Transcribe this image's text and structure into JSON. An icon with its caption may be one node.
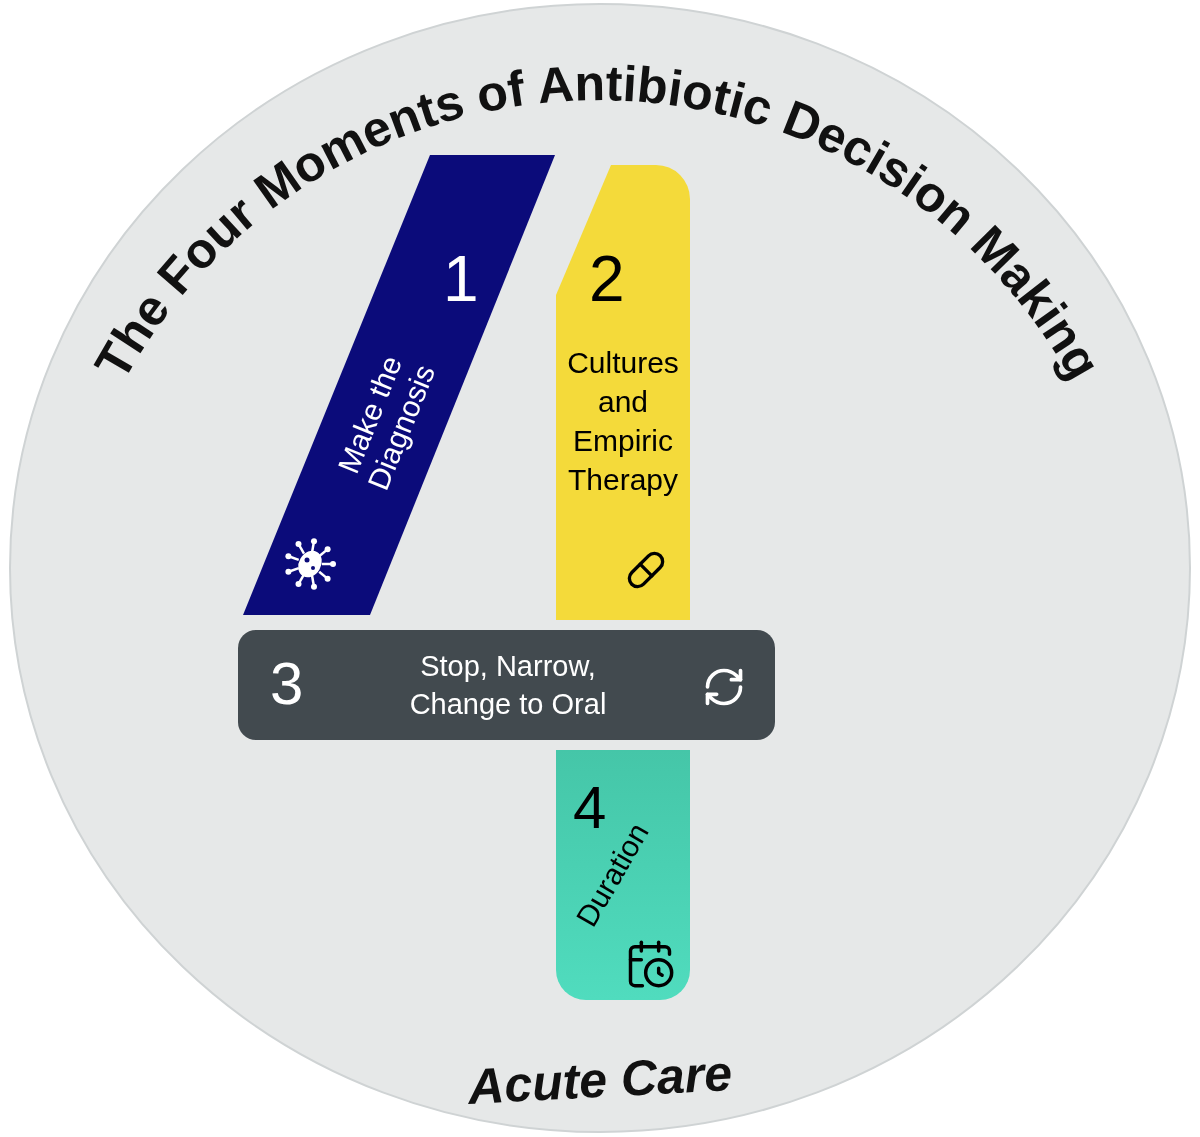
{
  "diagram": {
    "title": "The Four Moments of Antibiotic Decision Making",
    "caption": "Acute Care",
    "nodes": [
      {
        "text": [
          "1",
          "Make the Diagnosis"
        ]
      },
      {
        "text": [
          "2",
          "Cultures and Empiric Therapy"
        ]
      },
      {
        "text": [
          "3",
          "Stop, Narrow, Change to Oral"
        ]
      },
      {
        "text": [
          "4",
          "Duration"
        ]
      }
    ]
  }
}
